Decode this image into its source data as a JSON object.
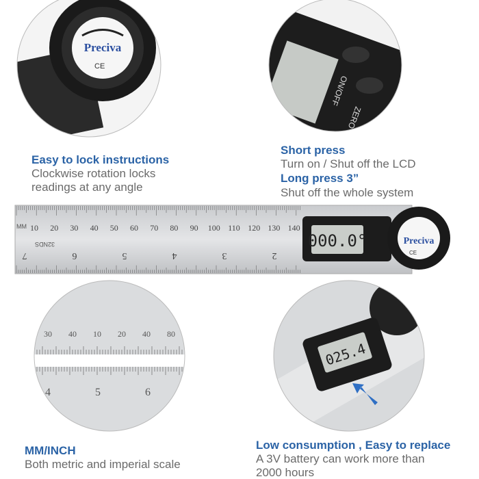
{
  "features": {
    "lock": {
      "title": "Easy to lock instructions",
      "lines": [
        "Clockwise rotation locks",
        "readings at any angle"
      ]
    },
    "press": {
      "short_title": "Short press",
      "short_text": "Turn on / Shut off  the LCD",
      "long_title": "Long press 3”",
      "long_text": "Shut off the whole system"
    },
    "scale": {
      "title": "MM/INCH",
      "text": "Both metric and imperial scale"
    },
    "battery": {
      "title": "Low consumption , Easy to replace",
      "lines": [
        "A 3V battery can work more than",
        "2000 hours"
      ]
    }
  },
  "product": {
    "brand": "Preciva",
    "cert": "CE",
    "buttons": [
      "ZERO",
      "ON/OFF"
    ],
    "lcd_main": "000.0°",
    "lcd_battery": "025.4",
    "mm_unit": "MM",
    "mm_labels": [
      "10",
      "20",
      "30",
      "40",
      "50",
      "60",
      "70",
      "80",
      "90",
      "100",
      "110",
      "120",
      "130",
      "140"
    ],
    "inch_labels": [
      "7",
      "6",
      "5",
      "4",
      "3",
      "2"
    ],
    "inch_unit": "32NDS",
    "zoom_mm_labels": [
      "30",
      "40",
      "10",
      "20",
      "40",
      "80"
    ],
    "zoom_inch_labels": [
      "4",
      "5",
      "6"
    ]
  },
  "colors": {
    "accent": "#2b63a6",
    "text": "#6a6a6a",
    "steel": "#d4d6d8",
    "body": "#1c1c1c",
    "lcd": "#c9cdc9",
    "arrow": "#2f6fc4"
  }
}
